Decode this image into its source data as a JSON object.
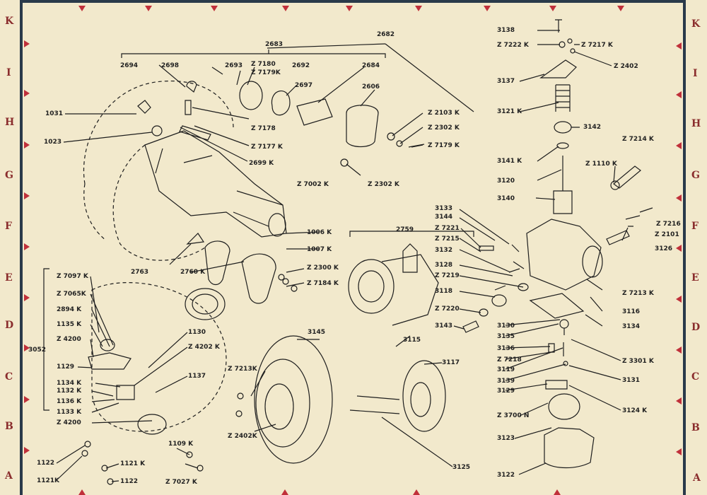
{
  "grid_left": [
    "K",
    "I",
    "H",
    "G",
    "F",
    "E",
    "D",
    "C",
    "B",
    "A"
  ],
  "grid_right": [
    "K",
    "I",
    "H",
    "G",
    "F",
    "E",
    "D",
    "C",
    "B",
    "A"
  ],
  "labels": {
    "l2682": "2682",
    "l2683": "2683",
    "l2694": "2694",
    "l2698": "2698",
    "l2693": "2693",
    "lZ7180": "Z 7180",
    "lZ7179K": "Z 7179K",
    "l2692": "2692",
    "l2684": "2684",
    "l2697": "2697",
    "l2606": "2606",
    "l1031": "1031",
    "l1023": "1023",
    "lZ7178": "Z 7178",
    "lZ7177K": "Z 7177 K",
    "l2699K": "2699 K",
    "lZ2103K": "Z 2103 K",
    "lZ2302K_a": "Z 2302 K",
    "lZ7179K_b": "Z 7179 K",
    "lZ7002K": "Z 7002 K",
    "lZ2302K_b": "Z 2302 K",
    "l3138": "3138",
    "lZ7222K": "Z 7222 K",
    "lZ7217K": "Z 7217 K",
    "lZ2402": "Z 2402",
    "l3137": "3137",
    "l3121K": "3121 K",
    "l3142": "3142",
    "lZ7214K": "Z 7214 K",
    "lZ1110K": "Z 1110 K",
    "l3141K": "3141 K",
    "l3120": "3120",
    "l3140": "3140",
    "l3133": "3133",
    "l3144": "3144",
    "lZ7221": "Z 7221",
    "lZ7215": "Z 7215",
    "l3132": "3132",
    "l3128": "3128",
    "lZ7219": "Z 7219",
    "l3118": "3118",
    "lZ7220": "Z 7220",
    "l3143": "3143",
    "lZ7216": "Z 7216",
    "lZ2101": "Z 2101",
    "l3126": "3126",
    "lZ7213K_r": "Z 7213 K",
    "l3116": "3116",
    "l3134": "3134",
    "l3130": "3130",
    "l3135": "3135",
    "l3136": "3136",
    "lZ7218": "Z 7218",
    "l3119": "3119",
    "l3139": "3139",
    "l3129": "3129",
    "lZ3301K": "Z 3301 K",
    "l3131": "3131",
    "lZ3700N": "Z 3700 N",
    "l3124K": "3124 K",
    "l3123": "3123",
    "l3122": "3122",
    "l1006K": "1006 K",
    "l1007K": "1007 K",
    "lZ2300K": "Z 2300 K",
    "lZ7184K": "Z 7184 K",
    "l2759": "2759",
    "l2763": "2763",
    "l2760K": "2760 K",
    "l3115": "3115",
    "l3145": "3145",
    "l3117": "3117",
    "l3125": "3125",
    "lZ7213K_c": "Z 7213K",
    "lZ2402K": "Z 2402K",
    "lZ7097K": "Z 7097 K",
    "lZ7065K": "Z 7065K",
    "l2894K": "2894 K",
    "l1135K": "1135 K",
    "lZ4200a": "Z 4200",
    "l1129": "1129",
    "l1134K": "1134 K",
    "l1132K": "1132 K",
    "l1136K": "1136 K",
    "l1133K": "1133 K",
    "lZ4200b": "Z 4200",
    "l3052": "3052",
    "l1130": "1130",
    "lZ4202K": "Z 4202 K",
    "l1137": "1137",
    "l1122a": "1122",
    "l1121K_a": "1121K",
    "l1121K_b": "1121 K",
    "l1122b": "1122",
    "l1109K": "1109 K",
    "lZ7027K": "Z 7027 K"
  },
  "colors": {
    "paper": "#f2e9cc",
    "frame": "#2a3a4a",
    "marker": "#c0303a",
    "ink": "#1e1e1e"
  }
}
